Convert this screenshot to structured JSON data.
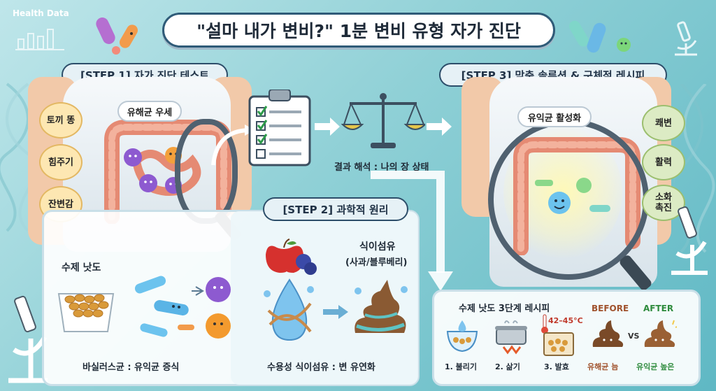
{
  "header": {
    "brand": "Health Data",
    "title": "\"설마 내가 변비?\" 1분 변비 유형 자가 진단"
  },
  "step1": {
    "tag": "[STEP 1] 자가 진단 테스트",
    "bubble": "유해균 우세",
    "symptoms": [
      "토끼 똥",
      "힘주기",
      "잔변감"
    ]
  },
  "analysis": {
    "label": "결과 해석 : 나의 장 상태"
  },
  "step2": {
    "tag": "[STEP 2] 과학적 원리",
    "natto_title": "수제 낫도",
    "natto_caption": "바실러스균 : 유익균 증식",
    "fiber_title": "식이섬유",
    "fiber_sub": "(사과/블루베리)",
    "fiber_caption": "수용성 식이섬유 : 변 유연화"
  },
  "step3": {
    "tag": "[STEP 3] 맞춤 솔루션 & 구체적 레시피",
    "bubble": "유익균 활성화",
    "benefits": [
      "쾌변",
      "활력",
      "소화\n촉진"
    ]
  },
  "recipe": {
    "title": "수제 낫도 3단계 레시피",
    "temp": "42–45°C",
    "steps": [
      "1. 불리기",
      "2. 삶기",
      "3. 발효"
    ],
    "before_label": "BEFORE",
    "after_label": "AFTER",
    "vs": "VS",
    "before_caption": "유해균 늠",
    "after_caption": "유익균 높은"
  },
  "colors": {
    "title_border": "#2f5b78",
    "before": "#c0392b",
    "after": "#2e8b3d"
  }
}
